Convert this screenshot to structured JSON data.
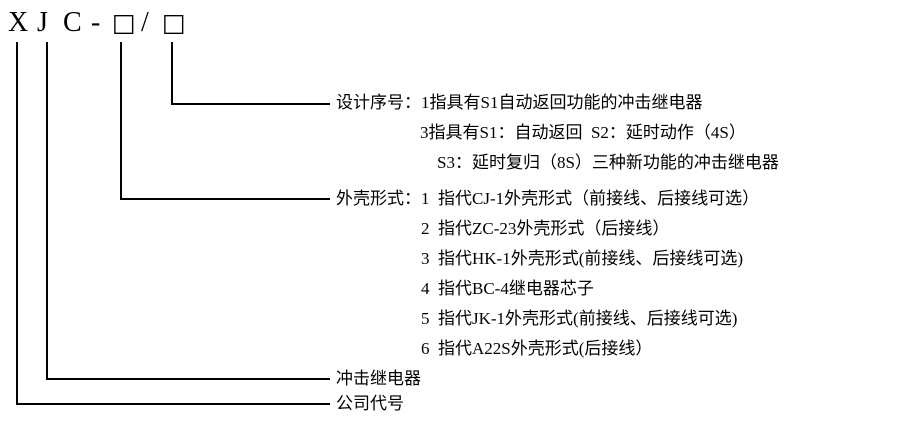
{
  "model_code": {
    "chars": [
      "X",
      "J",
      "C",
      "-",
      "□",
      "/",
      "□"
    ]
  },
  "annotations": {
    "design_serial": {
      "lines": [
        "设计序号：1指具有S1自动返回功能的冲击继电器",
        "3指具有S1：自动返回  S2：延时动作（4S）",
        "S3：延时复归（8S）三种新功能的冲击继电器"
      ]
    },
    "case_form": {
      "lines": [
        "外壳形式：1  指代CJ-1外壳形式（前接线、后接线可选）",
        "2  指代ZC-23外壳形式（后接线）",
        "3  指代HK-1外壳形式(前接线、后接线可选)",
        "4  指代BC-4继电器芯子",
        "5  指代JK-1外壳形式(前接线、后接线可选)",
        "6  指代A22S外壳形式(后接线）"
      ]
    },
    "relay_name": "冲击继电器",
    "company_code": "公司代号"
  },
  "colors": {
    "line": "#000000",
    "text": "#000000",
    "background": "#ffffff"
  }
}
